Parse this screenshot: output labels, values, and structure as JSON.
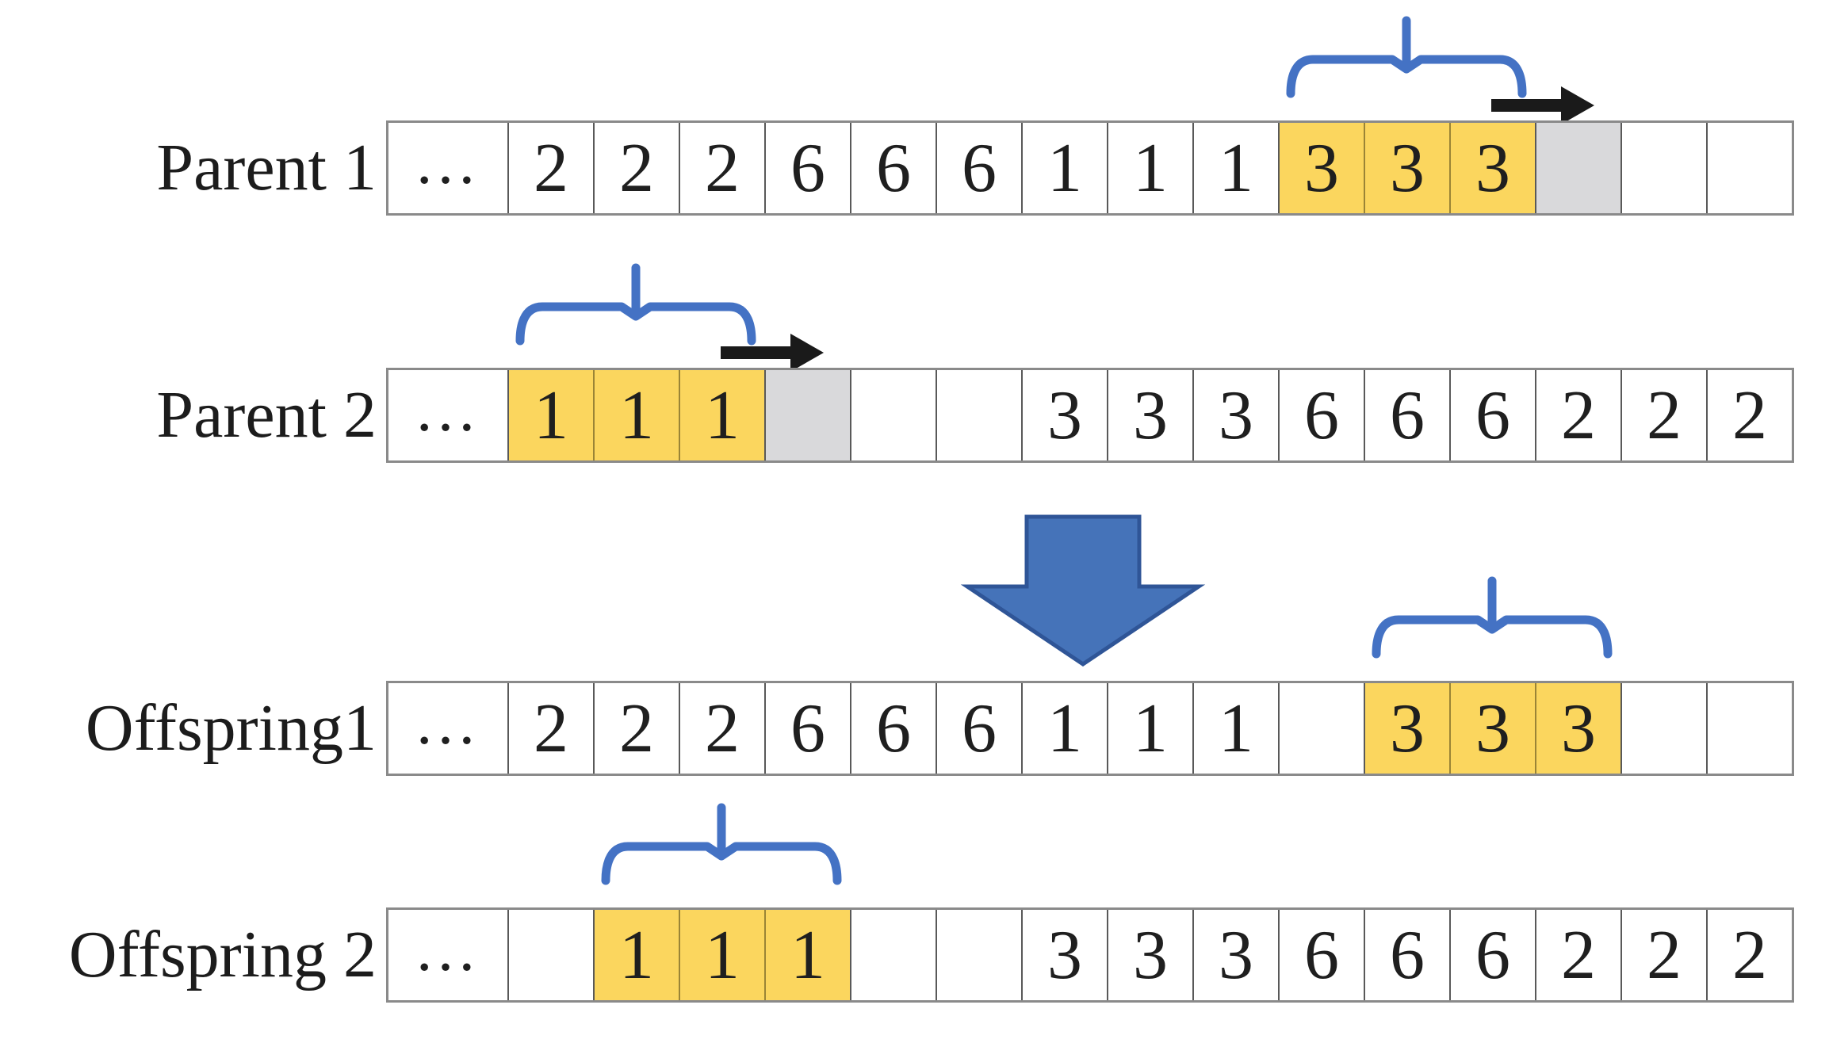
{
  "colors": {
    "highlight_fill": "#FBD65E",
    "shifted_slot_fill": "#D9D9DB",
    "brace_blue": "#4472C4",
    "crossover_arrow_fill": "#4573B9",
    "crossover_arrow_stroke": "#2F5597",
    "shift_arrow_black": "#1a1a1a",
    "grid_line": "#595959",
    "frame_line": "#8a8a8a",
    "ink": "#1f1f1f"
  },
  "rows": [
    {
      "id": "parent1",
      "label": "Parent 1",
      "cells": [
        {
          "v": "…",
          "dots": true
        },
        {
          "v": "2"
        },
        {
          "v": "2"
        },
        {
          "v": "2"
        },
        {
          "v": "6"
        },
        {
          "v": "6"
        },
        {
          "v": "6"
        },
        {
          "v": "1"
        },
        {
          "v": "1"
        },
        {
          "v": "1"
        },
        {
          "v": "3",
          "hl": true
        },
        {
          "v": "3",
          "hl": true
        },
        {
          "v": "3",
          "hl": true
        },
        {
          "v": "",
          "gray": true
        },
        {
          "v": ""
        },
        {
          "v": ""
        }
      ],
      "brace": {
        "from": 10,
        "to": 12
      },
      "shift_arrow_at": 13
    },
    {
      "id": "parent2",
      "label": "Parent 2",
      "cells": [
        {
          "v": "…",
          "dots": true
        },
        {
          "v": "1",
          "hl": true
        },
        {
          "v": "1",
          "hl": true
        },
        {
          "v": "1",
          "hl": true
        },
        {
          "v": "",
          "gray": true
        },
        {
          "v": ""
        },
        {
          "v": ""
        },
        {
          "v": "3"
        },
        {
          "v": "3"
        },
        {
          "v": "3"
        },
        {
          "v": "6"
        },
        {
          "v": "6"
        },
        {
          "v": "6"
        },
        {
          "v": "2"
        },
        {
          "v": "2"
        },
        {
          "v": "2"
        }
      ],
      "brace": {
        "from": 1,
        "to": 3
      },
      "shift_arrow_at": 4
    },
    {
      "id": "offspring1",
      "label": "Offspring1",
      "cells": [
        {
          "v": "…",
          "dots": true
        },
        {
          "v": "2"
        },
        {
          "v": "2"
        },
        {
          "v": "2"
        },
        {
          "v": "6"
        },
        {
          "v": "6"
        },
        {
          "v": "6"
        },
        {
          "v": "1"
        },
        {
          "v": "1"
        },
        {
          "v": "1"
        },
        {
          "v": ""
        },
        {
          "v": "3",
          "hl": true
        },
        {
          "v": "3",
          "hl": true
        },
        {
          "v": "3",
          "hl": true
        },
        {
          "v": ""
        },
        {
          "v": ""
        }
      ],
      "brace": {
        "from": 11,
        "to": 13
      }
    },
    {
      "id": "offspring2",
      "label": "Offspring 2",
      "cells": [
        {
          "v": "…",
          "dots": true
        },
        {
          "v": ""
        },
        {
          "v": "1",
          "hl": true
        },
        {
          "v": "1",
          "hl": true
        },
        {
          "v": "1",
          "hl": true
        },
        {
          "v": ""
        },
        {
          "v": ""
        },
        {
          "v": "3"
        },
        {
          "v": "3"
        },
        {
          "v": "3"
        },
        {
          "v": "6"
        },
        {
          "v": "6"
        },
        {
          "v": "6"
        },
        {
          "v": "2"
        },
        {
          "v": "2"
        },
        {
          "v": "2"
        }
      ],
      "brace": {
        "from": 2,
        "to": 4
      }
    }
  ],
  "crossover_arrow": {
    "between": [
      "parent2",
      "offspring1"
    ]
  }
}
